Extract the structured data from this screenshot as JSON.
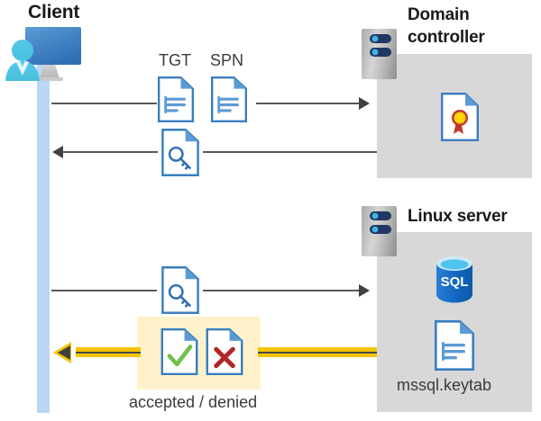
{
  "diagram": {
    "title": "Kerberos authentication flow between Client, Domain controller and Linux server",
    "colors": {
      "lifeline": "#b9d6f2",
      "panel": "#d8d8d8",
      "highlight": "#fdf2cc",
      "arrow": "#595959",
      "yellow_arrow": "#f5c400",
      "doc_blue": "#3a7ebf",
      "accept_green": "#70c04a",
      "deny_red": "#c0392b",
      "sql_blue": "#0f6cbd",
      "seal_yellow": "#ffd400",
      "seal_red": "#c0392b"
    }
  },
  "actors": {
    "client": {
      "label": "Client",
      "icon": "user-computer-icon"
    },
    "domain_controller": {
      "label": "Domain controller",
      "icon": "server-rack-icon",
      "contents": [
        {
          "name": "certificate-document-icon",
          "label": ""
        }
      ]
    },
    "linux_server": {
      "label": "Linux server",
      "icon": "server-rack-icon",
      "contents": [
        {
          "name": "sql-database-icon",
          "label": "SQL"
        },
        {
          "name": "keytab-document-icon",
          "label": "mssql.keytab"
        }
      ]
    }
  },
  "messages": [
    {
      "id": "request-tgt-spn",
      "direction": "right",
      "from": "client",
      "to": "domain_controller",
      "icons": [
        {
          "name": "tgt-document-icon",
          "label": "TGT"
        },
        {
          "name": "spn-document-icon",
          "label": "SPN"
        }
      ]
    },
    {
      "id": "return-service-ticket",
      "direction": "left",
      "from": "domain_controller",
      "to": "client",
      "icons": [
        {
          "name": "ticket-key-document-icon",
          "label": ""
        }
      ]
    },
    {
      "id": "present-service-ticket",
      "direction": "right",
      "from": "client",
      "to": "linux_server",
      "icons": [
        {
          "name": "ticket-key-document-icon",
          "label": ""
        }
      ]
    },
    {
      "id": "auth-result",
      "direction": "left",
      "highlighted": true,
      "from": "linux_server",
      "to": "client",
      "icons": [
        {
          "name": "accepted-document-icon",
          "label": ""
        },
        {
          "name": "denied-document-icon",
          "label": ""
        }
      ],
      "caption": "accepted / denied"
    }
  ],
  "labels": {
    "tgt": "TGT",
    "spn": "SPN",
    "client": "Client",
    "domain_controller_line1": "Domain",
    "domain_controller_line2": "controller",
    "linux_server": "Linux server",
    "keytab_file": "mssql.keytab",
    "verdict": "accepted / denied",
    "sql": "SQL"
  }
}
